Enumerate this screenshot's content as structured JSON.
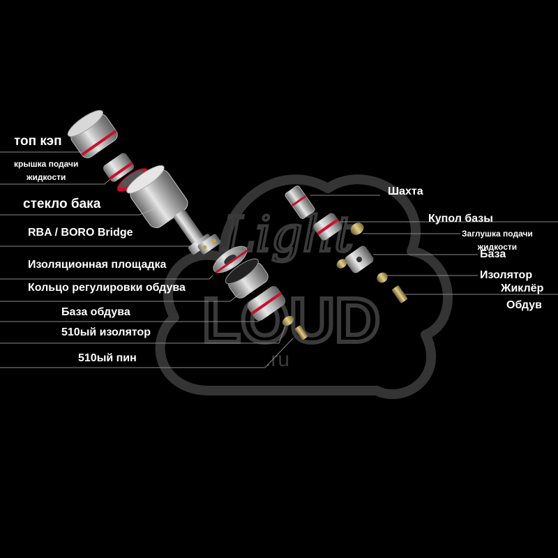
{
  "watermark": {
    "text_top": "Light",
    "text_mid": "LOUD",
    "text_sub": ".ru"
  },
  "left_labels": [
    {
      "id": "top-cap",
      "text": "топ кэп"
    },
    {
      "id": "fill-cap",
      "text": "крышка подачи\nжидкости"
    },
    {
      "id": "tank-glass",
      "text": "стекло бака"
    },
    {
      "id": "rba-bridge",
      "text": "RBA / BORO Bridge"
    },
    {
      "id": "insulation-pad",
      "text": "Изоляционная площадка"
    },
    {
      "id": "airflow-ring",
      "text": "Кольцо регулировки обдува"
    },
    {
      "id": "airflow-base",
      "text": "База обдува"
    },
    {
      "id": "510-insulator",
      "text": "510ый изолятор"
    },
    {
      "id": "510-pin",
      "text": "510ый пин"
    }
  ],
  "right_labels": [
    {
      "id": "chimney",
      "text": "Шахта"
    },
    {
      "id": "base-dome",
      "text": "Купол  базы"
    },
    {
      "id": "fill-plug",
      "text": "Заглушка подачи\nжидкости"
    },
    {
      "id": "base",
      "text": "База"
    },
    {
      "id": "insulator",
      "text": "Изолятор"
    },
    {
      "id": "jet",
      "text": "Жиклёр"
    },
    {
      "id": "airflow",
      "text": "Обдув"
    }
  ],
  "colors": {
    "background": "#000000",
    "text": "#ffffff",
    "line": "#9a9a9a",
    "accent": "#c8102e",
    "watermark": "#3a3a3a"
  }
}
